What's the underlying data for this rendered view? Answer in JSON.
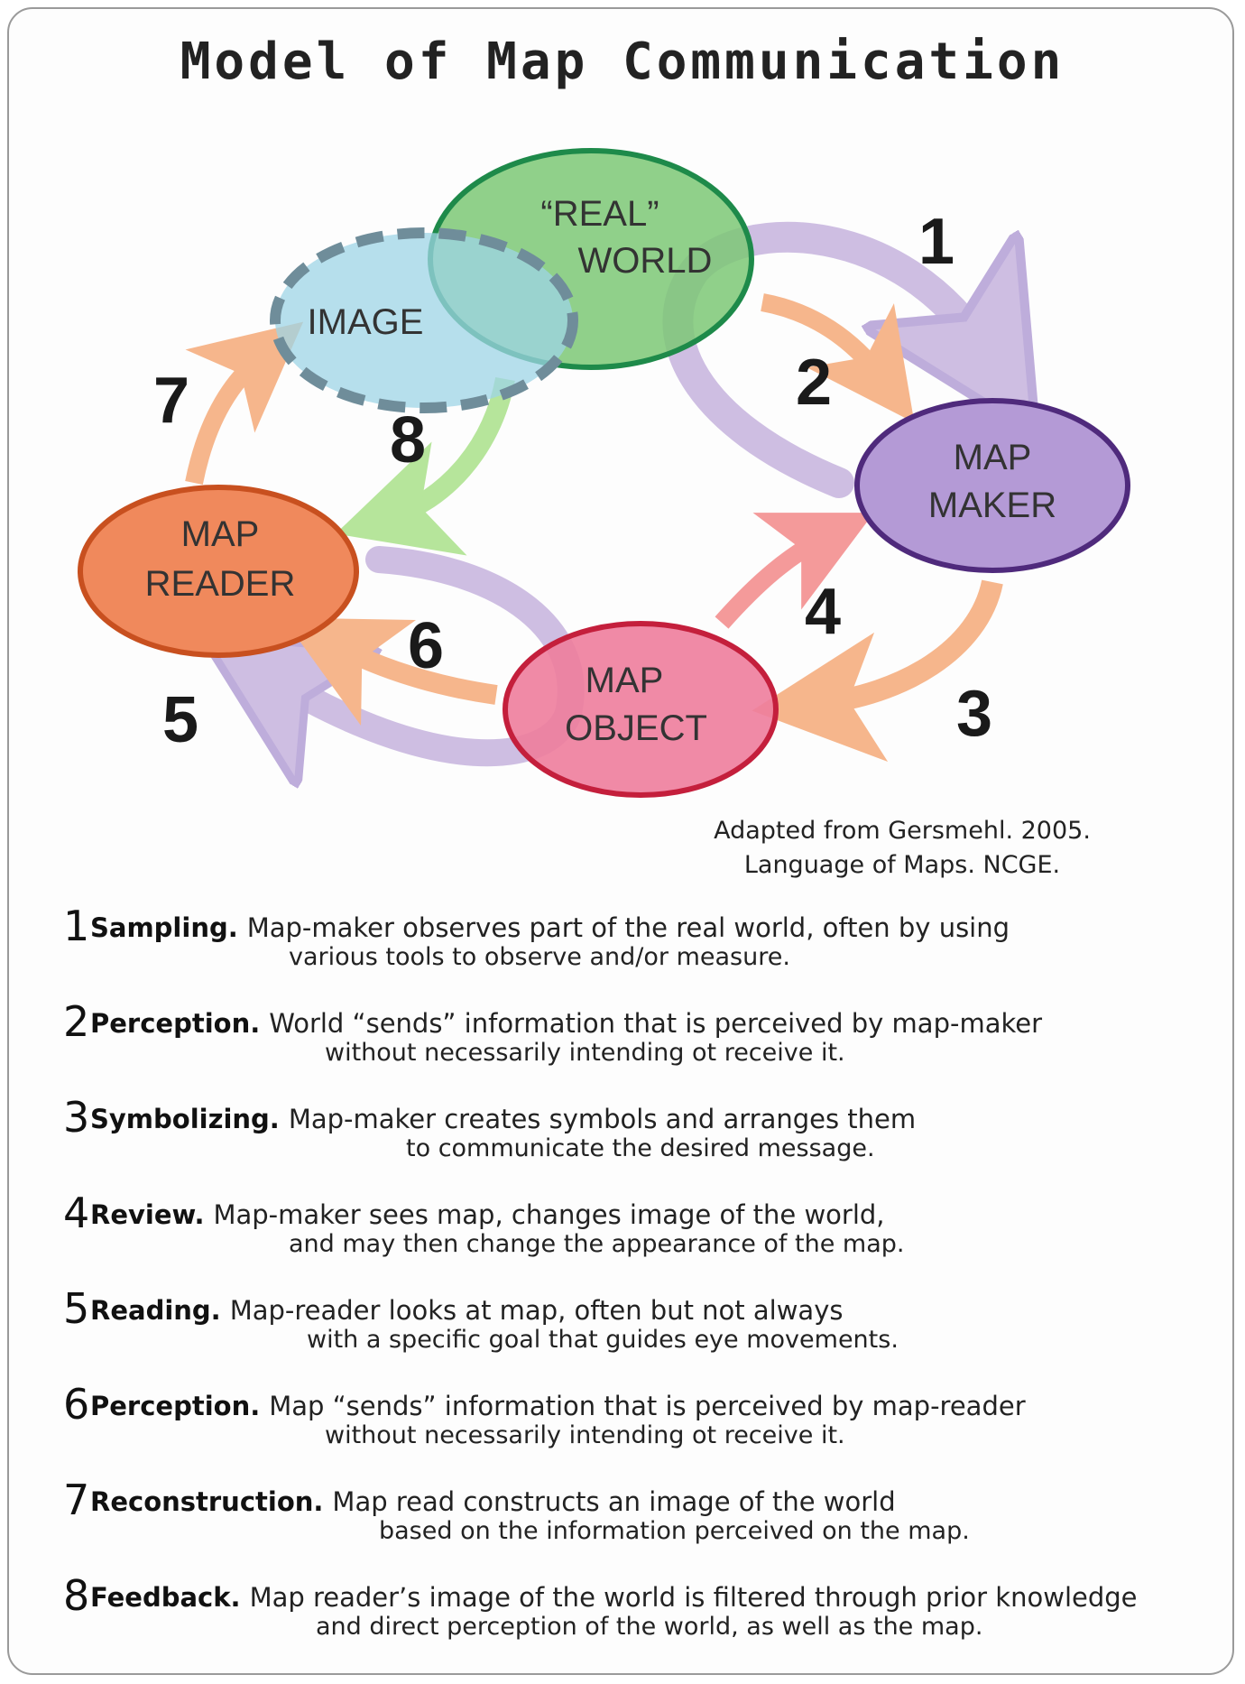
{
  "title": "Model of Map Communication",
  "colors": {
    "real_world": "#7dc876",
    "image": "#9ed4e6",
    "map_maker": "#b49ad6",
    "map_reader": "#f0895c",
    "map_object": "#ee7d9c",
    "arrow_purple": "#c9b8e0",
    "arrow_orange": "#f6b68c",
    "arrow_green": "#b6e59b",
    "arrow_pink": "#f49a9a"
  },
  "nodes": {
    "real_world_line1": "“REAL”",
    "real_world_line2": "WORLD",
    "image": "IMAGE",
    "map_maker_line1": "MAP",
    "map_maker_line2": "MAKER",
    "map_reader_line1": "MAP",
    "map_reader_line2": "READER",
    "map_object_line1": "MAP",
    "map_object_line2": "OBJECT"
  },
  "arrow_numbers": [
    "1",
    "2",
    "3",
    "4",
    "5",
    "6",
    "7",
    "8"
  ],
  "credit": {
    "line1": "Adapted from Gersmehl. 2005.",
    "line2": "Language of Maps. NCGE."
  },
  "steps": [
    {
      "num": "1",
      "name": "Sampling.",
      "line1": "Map-maker observes part of the real world, often by using",
      "line2": "various tools to observe and/or measure."
    },
    {
      "num": "2",
      "name": "Perception.",
      "line1": "World “sends” information that is perceived by map-maker",
      "line2": "without necessarily intending ot receive it."
    },
    {
      "num": "3",
      "name": "Symbolizing.",
      "line1": "Map-maker creates symbols and arranges them",
      "line2": "to communicate the desired message."
    },
    {
      "num": "4",
      "name": "Review.",
      "line1": "Map-maker sees map, changes image of the world,",
      "line2": "and may then change the appearance of the map."
    },
    {
      "num": "5",
      "name": "Reading.",
      "line1": "Map-reader looks at map, often but not always",
      "line2": "with a specific goal that guides eye movements."
    },
    {
      "num": "6",
      "name": "Perception.",
      "line1": "Map “sends” information that is perceived by map-reader",
      "line2": "without necessarily intending ot receive it."
    },
    {
      "num": "7",
      "name": "Reconstruction.",
      "line1": "Map read constructs an image of the world",
      "line2": "based on the information perceived on the map."
    },
    {
      "num": "8",
      "name": "Feedback.",
      "line1": "Map reader’s image of the world is filtered through prior knowledge",
      "line2": "and direct perception of the world, as well as the map."
    }
  ]
}
